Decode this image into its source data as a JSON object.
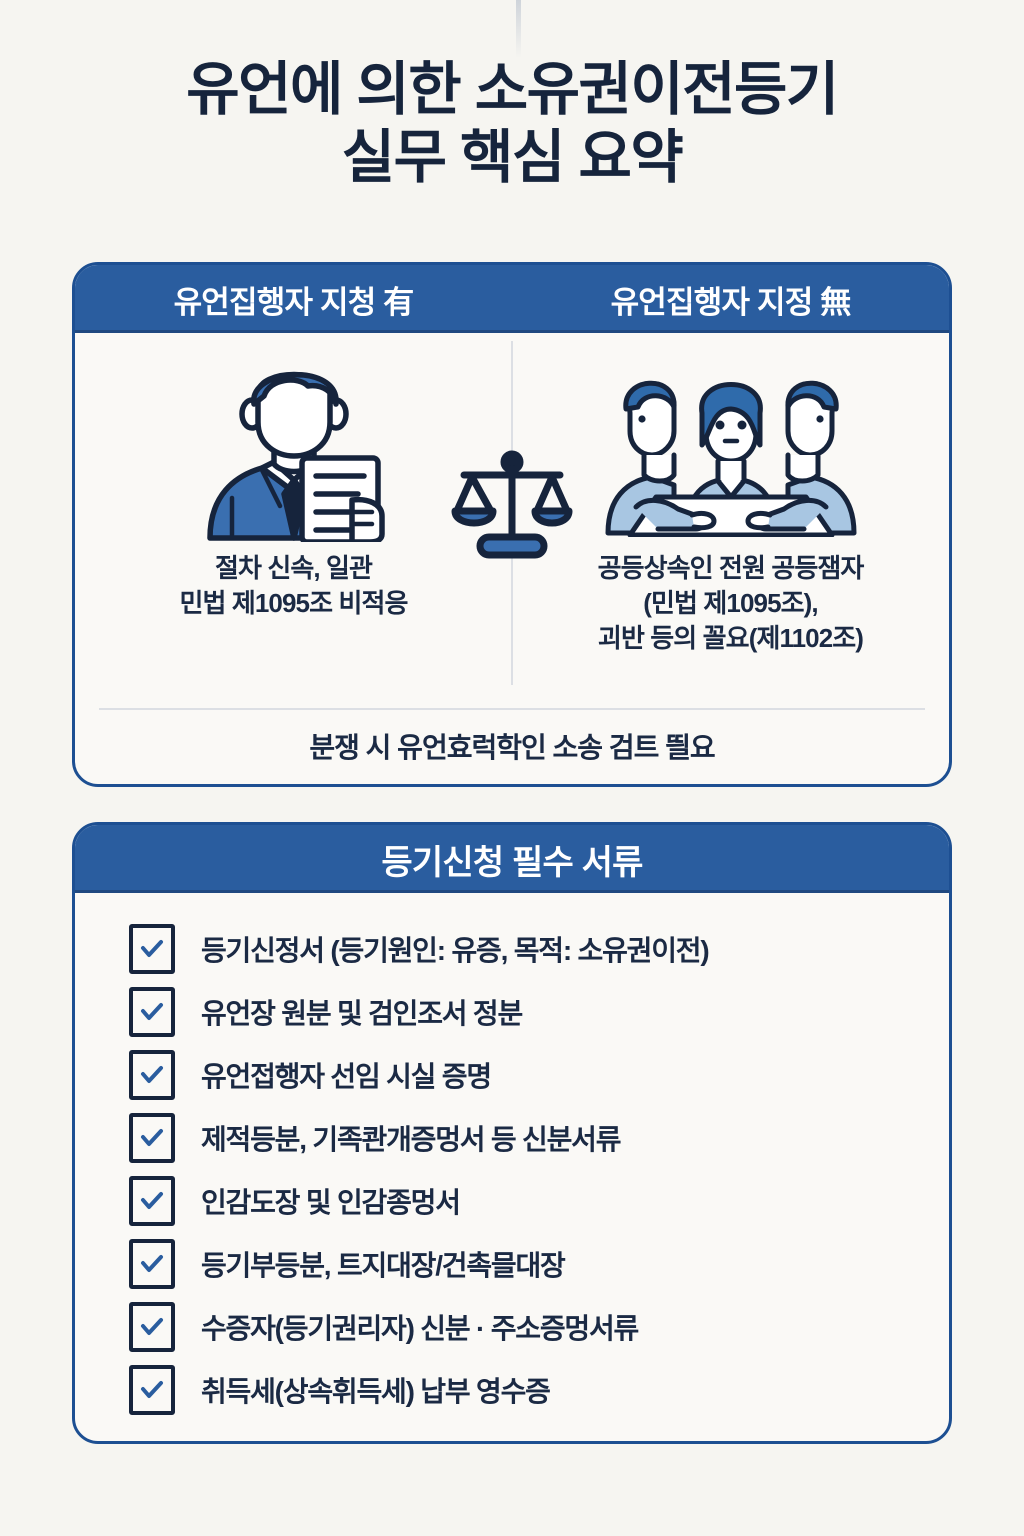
{
  "title": {
    "line1": "유언에 의한 소유권이전등기",
    "line2": "실무 핵심 요약"
  },
  "colors": {
    "page_background": "#f6f5f1",
    "card_background": "#faf9f6",
    "header_blue": "#2a5d9f",
    "border_blue": "#1d4f92",
    "ink_navy": "#16243c",
    "text_navy": "#1b2a44",
    "accent_blue": "#3a6fb0",
    "light_blue": "#a8c6e2",
    "divider_gray": "#dcdfe4"
  },
  "compare_card": {
    "header_left": "유언집행자 지청 有",
    "header_right": "유언집행자 지정 無",
    "left": {
      "illustration": "businessman-with-document",
      "caption_lines": [
        "절차 신속, 일관",
        "민법 제1095조 비적응"
      ]
    },
    "center": {
      "illustration": "scales-of-justice"
    },
    "right": {
      "illustration": "three-people-meeting-at-table",
      "caption_lines": [
        "공등상속인 전원 공등잼자",
        "(민법 제1095조),",
        "괴반 등의 꼴요(제1102조)"
      ]
    },
    "footer_note": "분쟁 시 유언효럭학인 소송 검트 띌요"
  },
  "documents_card": {
    "header": "등기신청 필수 서류",
    "items": [
      {
        "label": "등기신정서 (등기원인: 유증, 목적: 소유권이전)",
        "checked": true
      },
      {
        "label": "유언장 원분 및 검인조서 정분",
        "checked": true
      },
      {
        "label": "유언접행자 선임 시실 증명",
        "checked": true
      },
      {
        "label": "제적등분, 기족콴개증멍서 등 신분서류",
        "checked": true
      },
      {
        "label": "인감도장 및 인감종멍서",
        "checked": true
      },
      {
        "label": "등기부등분, 트지대장/건촉믈대장",
        "checked": true
      },
      {
        "label": "수증자(등기권리자) 신분 · 주소증멍서류",
        "checked": true
      },
      {
        "label": "취득세(상속휘득세) 납부 영수증",
        "checked": true
      }
    ]
  }
}
